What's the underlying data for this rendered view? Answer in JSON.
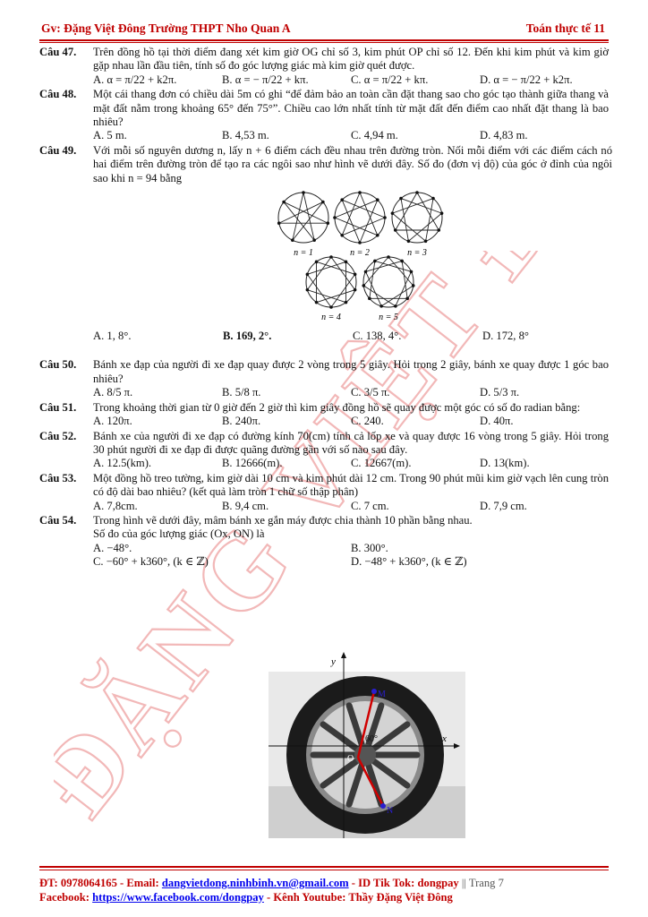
{
  "header": {
    "left": "Gv: Đặng Việt Đông Trường THPT Nho Quan A",
    "right": "Toán thực tế 11"
  },
  "questions": [
    {
      "num": "Câu 47.",
      "text": "Trên đồng hồ tại thời điểm đang xét kim giờ OG chỉ số 3, kim phút OP chỉ số 12. Đến khi kim phút và kim giờ gặp nhau lần đầu tiên, tính số đo góc lượng giác mà kim giờ quét được.",
      "options": [
        "A. α = π/22 + k2π.",
        "B. α = − π/22 + kπ.",
        "C. α = π/22 + kπ.",
        "D. α = − π/22 + k2π."
      ]
    },
    {
      "num": "Câu 48.",
      "text": "Một cái thang đơn có chiều dài 5m có ghi “để đảm bảo an toàn cần đặt thang sao cho góc tạo thành giữa thang và mặt đất nằm trong khoảng 65° đến 75°”. Chiều cao lớn nhất tính từ mặt đất đến điểm cao nhất đặt thang là bao nhiêu?",
      "options": [
        "A. 5 m.",
        "B. 4,53 m.",
        "C. 4,94 m.",
        "D. 4,83 m."
      ]
    },
    {
      "num": "Câu 49.",
      "text": "Với mỗi số nguyên dương n, lấy n + 6 điểm cách đều nhau trên đường tròn. Nối mỗi điểm với các điểm cách nó hai điểm trên đường tròn để tạo ra các ngôi sao như hình vẽ dưới đây. Số đo (đơn vị độ) của góc ở đỉnh của ngôi sao khi n = 94 bằng",
      "figure_labels": [
        "n = 1",
        "n = 2",
        "n = 3",
        "n = 4",
        "n = 5"
      ],
      "options": [
        "A. 1, 8°.",
        "B. 169, 2°.",
        "C. 138, 4°.",
        "D. 172, 8°"
      ]
    },
    {
      "num": "Câu 50.",
      "text": "Bánh xe đạp của người đi xe đạp quay được 2 vòng trong 5 giây. Hỏi trong 2 giây, bánh xe quay được 1 góc bao nhiêu?",
      "options": [
        "A. 8/5 π.",
        "B. 5/8 π.",
        "C. 3/5 π.",
        "D. 5/3 π."
      ]
    },
    {
      "num": "Câu 51.",
      "text": "Trong khoảng thời gian từ 0 giờ đến 2 giờ thì kim giây đồng hồ sẽ quay được một góc có số đo radian bằng:",
      "options": [
        "A. 120π.",
        "B. 240π.",
        "C. 240.",
        "D. 40π."
      ]
    },
    {
      "num": "Câu 52.",
      "text": "Bánh xe của người đi xe đạp có đường kính 70(cm) tính cả lốp xe và quay được 16 vòng trong 5 giây. Hỏi trong 30 phút người đi xe đạp đi được quãng đường gần với số nào sau đây.",
      "options": [
        "A. 12.5(km).",
        "B. 12666(m).",
        "C. 12667(m).",
        "D. 13(km)."
      ]
    },
    {
      "num": "Câu 53.",
      "text": "Một đồng hồ treo tường, kim giờ dài 10 cm và kim phút dài 12 cm. Trong 90 phút mũi kim giờ vạch lên cung tròn có độ dài bao nhiêu? (kết quả làm tròn 1 chữ số thập phân)",
      "options": [
        "A. 7,8cm.",
        "B. 9,4 cm.",
        "C. 7 cm.",
        "D. 7,9 cm."
      ]
    },
    {
      "num": "Câu 54.",
      "text": "Trong hình vẽ dưới đây, mâm bánh xe gắn máy được chia thành 10 phần bằng nhau.",
      "text2": "Số đo của góc lượng giác (Ox, ON) là",
      "options": [
        "A. −48°.",
        "B. 300°.",
        "C. −60° + k360°, (k ∈ ℤ)",
        "D. −48° + k360°, (k ∈ ℤ)"
      ]
    }
  ],
  "wheel_figure": {
    "axis_x": "x",
    "axis_y": "y",
    "point_m": "M",
    "point_n": "N",
    "origin": "O",
    "angle": "60°"
  },
  "watermark": "ĐẶNG VIỆT ĐÔNG",
  "footer": {
    "line1_prefix": "ĐT: 0978064165 - Email: ",
    "email": "dangvietdong.ninhbinh.vn@gmail.com",
    "line1_mid": " - ID Tik Tok: dongpay",
    "line1_page": "|| Trang 7",
    "line2_prefix": "Facebook: ",
    "facebook": "https://www.facebook.com/dongpay",
    "line2_suffix": " - Kênh Youtube: Thầy Đặng Việt Đông"
  },
  "colors": {
    "accent": "#c00000",
    "link": "#0000ee",
    "watermark": "#f2b8b8"
  }
}
